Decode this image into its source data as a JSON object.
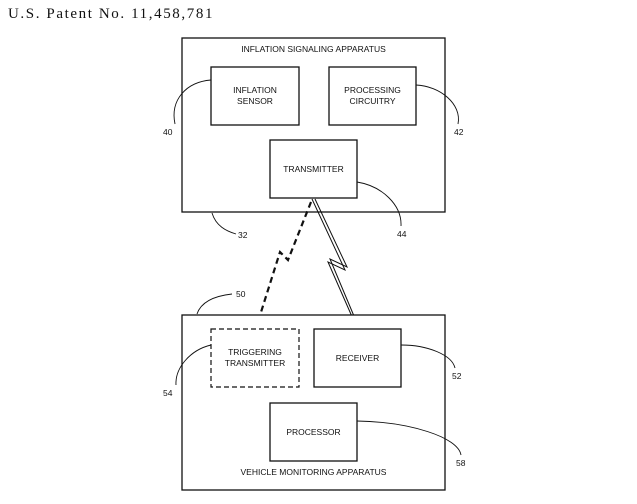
{
  "header": {
    "patent_number": "U.S. Patent No. 11,458,781"
  },
  "diagram": {
    "inflation_apparatus": {
      "title": "INFLATION SIGNALING APPARATUS",
      "ref": "32"
    },
    "inflation_sensor": {
      "line1": "INFLATION",
      "line2": "SENSOR",
      "ref": "40"
    },
    "processing_circuitry": {
      "line1": "PROCESSING",
      "line2": "CIRCUITRY",
      "ref": "42"
    },
    "transmitter": {
      "label": "TRANSMITTER",
      "ref": "44"
    },
    "vehicle_apparatus": {
      "title": "VEHICLE MONITORING APPARATUS",
      "ref": "50"
    },
    "triggering_transmitter": {
      "line1": "TRIGGERING",
      "line2": "TRANSMITTER",
      "ref": "54"
    },
    "receiver": {
      "label": "RECEIVER",
      "ref": "52"
    },
    "processor": {
      "label": "PROCESSOR",
      "ref": "58"
    }
  }
}
